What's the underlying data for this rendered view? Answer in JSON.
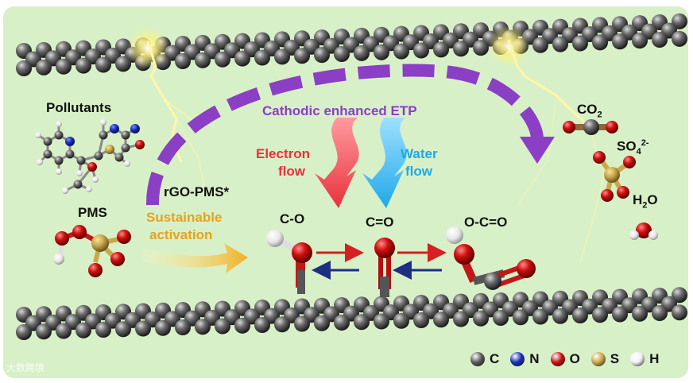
{
  "labels": {
    "pollutants": "Pollutants",
    "pms": "PMS",
    "rgo_pms": "rGO-PMS*",
    "sustainable": "Sustainable",
    "activation": "activation",
    "cathodic": "Cathodic enhanced ETP",
    "electron": "Electron",
    "electron_flow": "flow",
    "water": "Water",
    "water_flow": "flow",
    "co": "C-O",
    "ceo": "C=O",
    "oco": "O-C=O",
    "co2": "CO",
    "co2_sub": "2",
    "so4": "SO",
    "so4_sub": "4",
    "so4_sup": "2-",
    "h2o": "H",
    "h2o_sub": "2",
    "h2o_o": "O"
  },
  "legend": [
    {
      "symbol": "C",
      "color": "#5a5a5a"
    },
    {
      "symbol": "N",
      "color": "#1a2fb8"
    },
    {
      "symbol": "O",
      "color": "#cc1111"
    },
    {
      "symbol": "S",
      "color": "#c9a84a"
    },
    {
      "symbol": "H",
      "color": "#f2f2f2"
    }
  ],
  "watermark": "大数跨境",
  "colors": {
    "background": "#d8f0c8",
    "purple_arrow": "#8a3fc4",
    "electron_arrow": "#e8323c",
    "water_arrow": "#1fa8e8",
    "activation_arrow": "#f0b020"
  }
}
